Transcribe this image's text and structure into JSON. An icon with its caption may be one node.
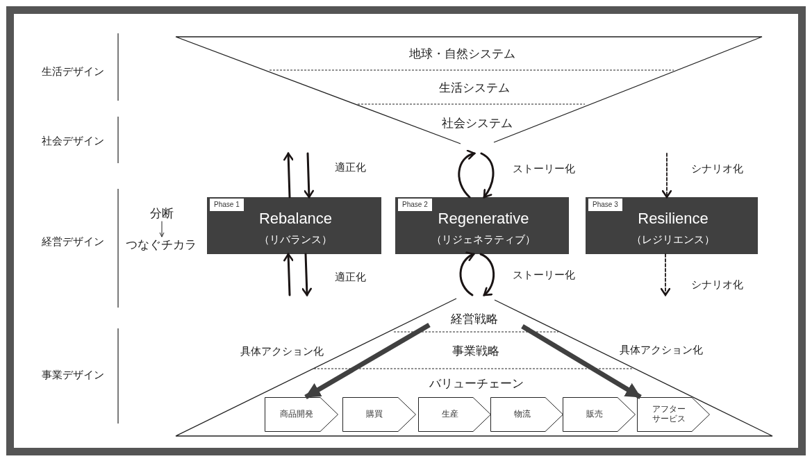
{
  "diagram": {
    "nodes": [
      {
        "text": [
          "地球・自然システム",
          "生活システム",
          "社会システム"
        ]
      },
      {
        "text": [
          "分断"
        ]
      },
      {
        "text": [
          "つなぐチカラ"
        ]
      },
      {
        "text": [
          "Phase 1",
          "Rebalance",
          "（リバランス）"
        ]
      },
      {
        "text": [
          "Phase 2",
          "Regenerative",
          "（リジェネラティブ）"
        ]
      },
      {
        "text": [
          "Phase 3",
          "Resilience",
          "（レジリエンス）"
        ]
      },
      {
        "text": [
          "経営戦略",
          "事業戦略",
          "バリューチェーン"
        ]
      },
      {
        "text": [
          "商品開発"
        ],
        "in": 6
      },
      {
        "text": [
          "購買"
        ],
        "in": 6
      },
      {
        "text": [
          "生産"
        ],
        "in": 6
      },
      {
        "text": [
          "物流"
        ],
        "in": 6
      },
      {
        "text": [
          "販売"
        ],
        "in": 6
      },
      {
        "text": [
          "アフターサービス"
        ],
        "in": 6
      }
    ],
    "edges": [
      {
        "from": 1,
        "to": 2,
        "arrow": "to"
      },
      {
        "from": 3,
        "to": 0,
        "arrow": "to"
      },
      {
        "from": 0,
        "to": 3,
        "arrow": "to"
      },
      {
        "from": 0,
        "to": 5,
        "arrow": "to",
        "style": "dashed"
      },
      {
        "from": 6,
        "to": 3,
        "arrow": "to"
      },
      {
        "from": 3,
        "to": 6,
        "arrow": "to"
      },
      {
        "from": 5,
        "to": 6,
        "arrow": "to",
        "style": "dashed"
      },
      {
        "from": 4,
        "to": 0,
        "arrow": "to"
      },
      {
        "from": 0,
        "to": 4,
        "arrow": "to"
      },
      {
        "from": 6,
        "to": 4,
        "arrow": "to"
      },
      {
        "from": 4,
        "to": 6,
        "arrow": "to"
      },
      {
        "from": null,
        "to": 7,
        "arrow": "to",
        "style": "thick",
        "color": "#404040"
      },
      {
        "from": null,
        "to": 12,
        "arrow": "to",
        "style": "thick",
        "color": "#404040"
      }
    ],
    "labels": [
      "生活デザイン",
      "社会デザイン",
      "適正化",
      "ストーリー化",
      "シナリオ化",
      "経営デザイン",
      "適正化",
      "ストーリー化",
      "シナリオ化",
      "事業デザイン",
      "具体アクション化",
      "具体アクション化"
    ]
  }
}
